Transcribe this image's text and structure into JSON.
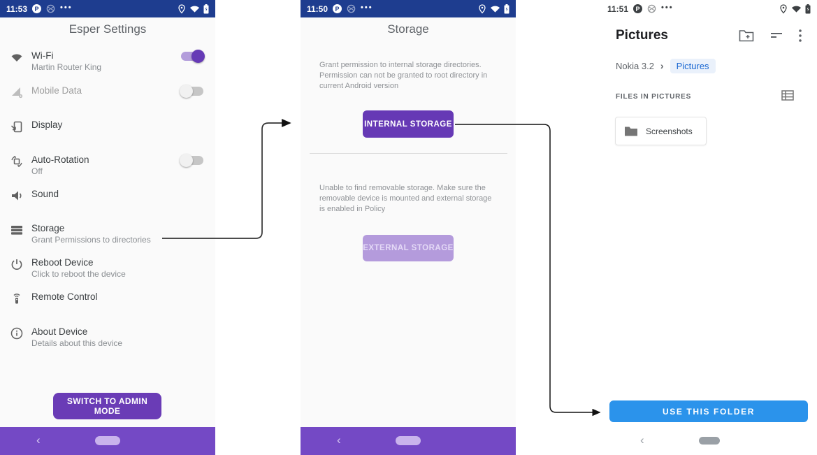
{
  "colors": {
    "status_bar": "#1E3D8F",
    "nav_bar_purple": "#7449C5",
    "accent_purple": "#6639B5",
    "disabled_purple": "#B49BDC",
    "toggle_track_on": "#B39DDB",
    "use_folder_blue": "#2B93EB",
    "breadcrumb_blue": "#1967D2"
  },
  "screens": {
    "esper_settings": {
      "status_bar": {
        "time": "11:53"
      },
      "title": "Esper Settings",
      "items": [
        {
          "label": "Wi-Fi",
          "sublabel": "Martin Router King",
          "icon": "wifi-icon",
          "toggle": "on"
        },
        {
          "label": "Mobile Data",
          "sublabel": "",
          "icon": "mobile-data-icon",
          "toggle": "off",
          "disabled": true
        },
        {
          "label": "Display",
          "sublabel": "",
          "icon": "display-icon"
        },
        {
          "label": "Auto-Rotation",
          "sublabel": "Off",
          "icon": "auto-rotation-icon",
          "toggle": "off"
        },
        {
          "label": "Sound",
          "sublabel": "",
          "icon": "sound-icon"
        },
        {
          "label": "Storage",
          "sublabel": "Grant Permissions to directories",
          "icon": "storage-icon"
        },
        {
          "label": "Reboot Device",
          "sublabel": "Click to reboot the device",
          "icon": "reboot-icon"
        },
        {
          "label": "Remote Control",
          "sublabel": "",
          "icon": "remote-control-icon"
        },
        {
          "label": "About Device",
          "sublabel": "Details about this device",
          "icon": "about-icon"
        }
      ],
      "admin_button_label": "SWITCH TO ADMIN MODE"
    },
    "storage": {
      "status_bar": {
        "time": "11:50"
      },
      "title": "Storage",
      "internal_note": "Grant permission to internal storage directories. Permission can not be granted to root directory in current Android version",
      "internal_button_label": "INTERNAL STORAGE",
      "external_note": "Unable to find removable storage. Make sure the removable device is mounted and external storage is enabled in Policy",
      "external_button_label": "EXTERNAL STORAGE"
    },
    "picker": {
      "status_bar": {
        "time": "11:51"
      },
      "title": "Pictures",
      "breadcrumb": {
        "root": "Nokia 3.2",
        "current": "Pictures"
      },
      "section_label": "FILES IN PICTURES",
      "folders": [
        {
          "name": "Screenshots"
        }
      ],
      "use_button_label": "USE THIS FOLDER"
    }
  }
}
